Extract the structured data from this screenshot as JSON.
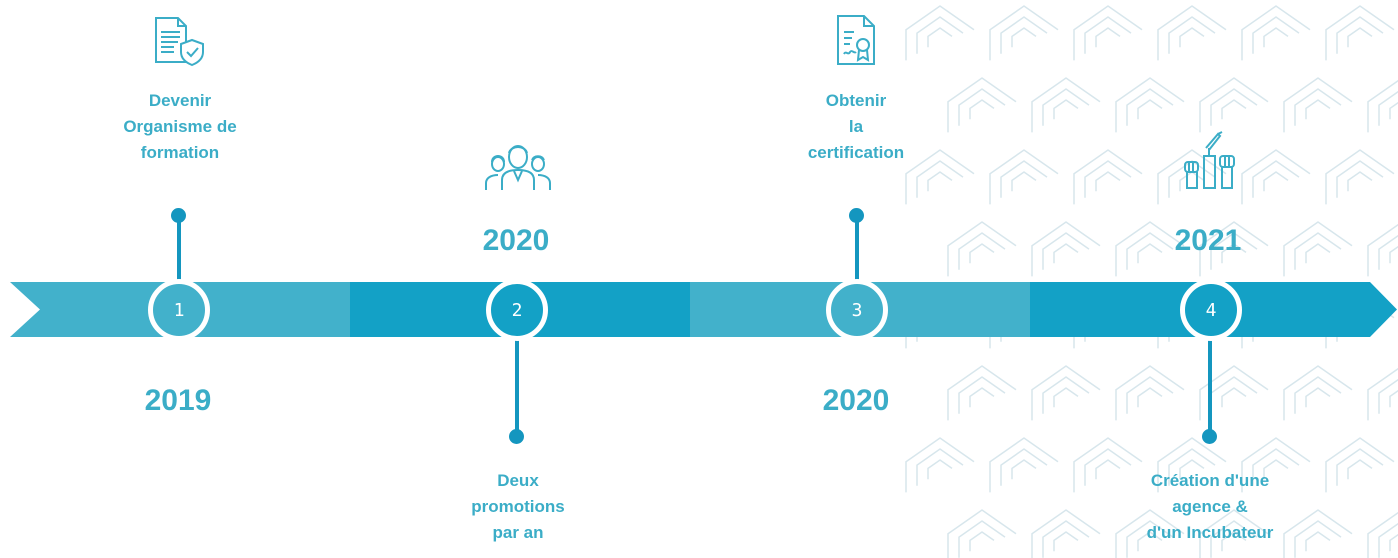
{
  "colors": {
    "accent_text": "#3badc7",
    "band_light": "#42b1cb",
    "band_dark": "#13a1c6",
    "connector": "#1496bf",
    "pattern": "#d7e6ec"
  },
  "milestones": [
    {
      "number": "1",
      "year": "2019",
      "icon": "document-shield-icon",
      "lines": [
        "Devenir",
        "Organisme de",
        "formation"
      ]
    },
    {
      "number": "2",
      "year": "2020",
      "icon": "people-group-icon",
      "lines": [
        "Deux",
        "promotions",
        "par an"
      ]
    },
    {
      "number": "3",
      "year": "2020",
      "icon": "certificate-icon",
      "lines": [
        "Obtenir",
        "la",
        "certification"
      ]
    },
    {
      "number": "4",
      "year": "2021",
      "icon": "raised-fists-icon",
      "lines": [
        "Création d'une",
        "agence &",
        "d'un Incubateur"
      ]
    }
  ]
}
